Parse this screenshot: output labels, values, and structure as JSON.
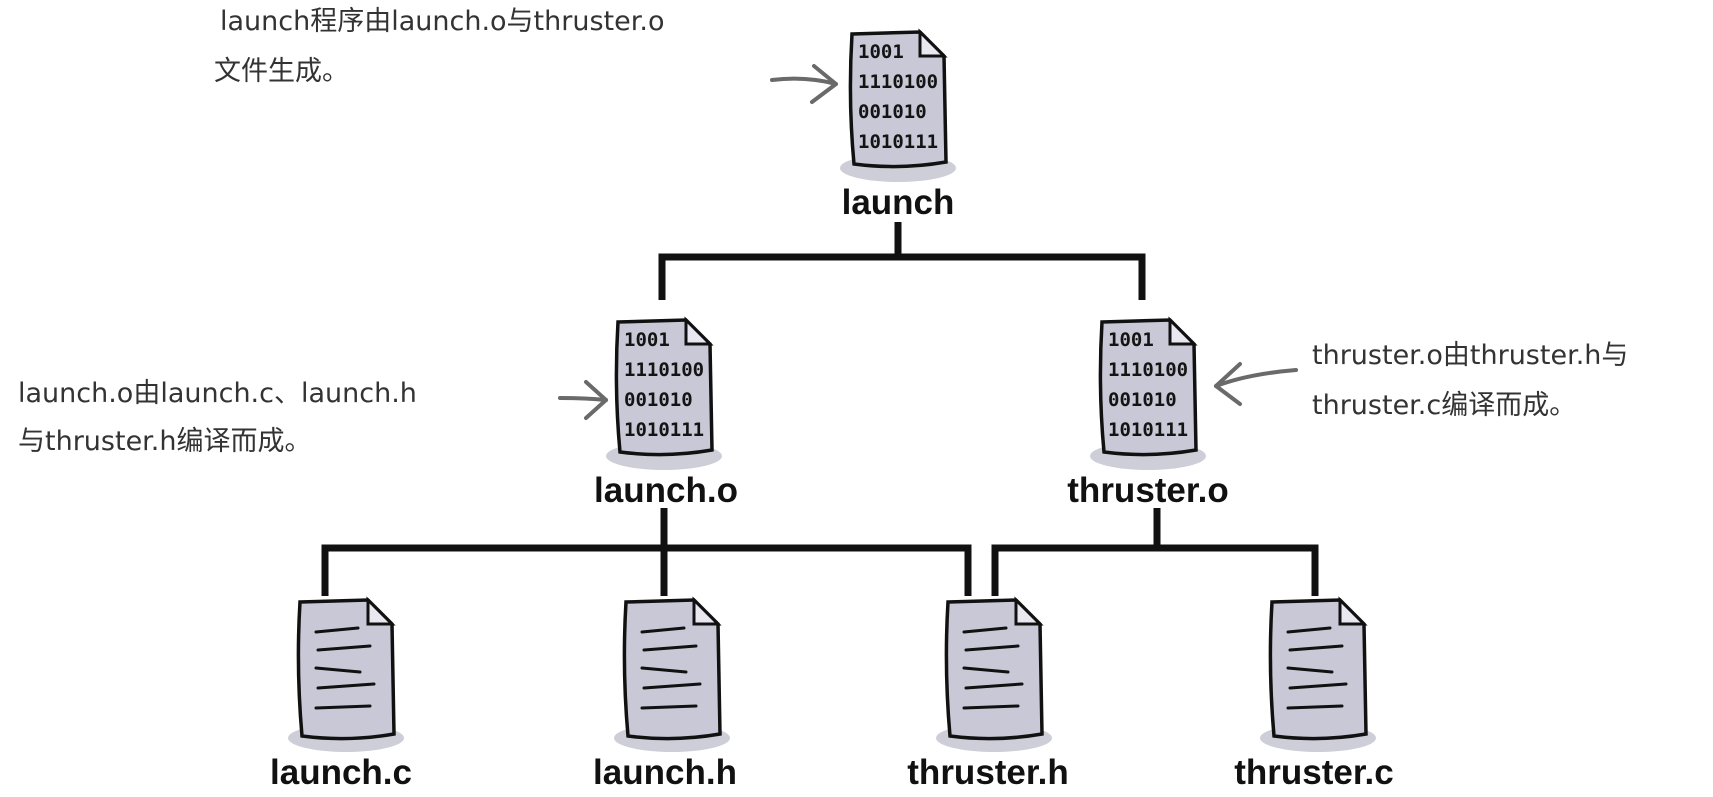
{
  "nodes": {
    "launch": {
      "label": "launch",
      "binary": [
        "1001",
        "1110100",
        "001010",
        "1010111"
      ]
    },
    "launch_o": {
      "label": "launch.o",
      "binary": [
        "1001",
        "1110100",
        "001010",
        "1010111"
      ]
    },
    "thruster_o": {
      "label": "thruster.o",
      "binary": [
        "1001",
        "1110100",
        "001010",
        "1010111"
      ]
    },
    "launch_c": {
      "label": "launch.c"
    },
    "launch_h": {
      "label": "launch.h"
    },
    "thruster_h": {
      "label": "thruster.h"
    },
    "thruster_c": {
      "label": "thruster.c"
    }
  },
  "annotations": {
    "launch": [
      "launch程序由launch.o与thruster.o",
      "文件生成。"
    ],
    "launch_o": [
      "launch.o由launch.c、launch.h",
      "与thruster.h编译而成。"
    ],
    "thruster_o": [
      "thruster.o由thruster.h与",
      "thruster.c编译而成。"
    ]
  },
  "colors": {
    "document_fill": "#c9c8d6",
    "outline": "#111111",
    "arrow": "#6a6a6a"
  }
}
